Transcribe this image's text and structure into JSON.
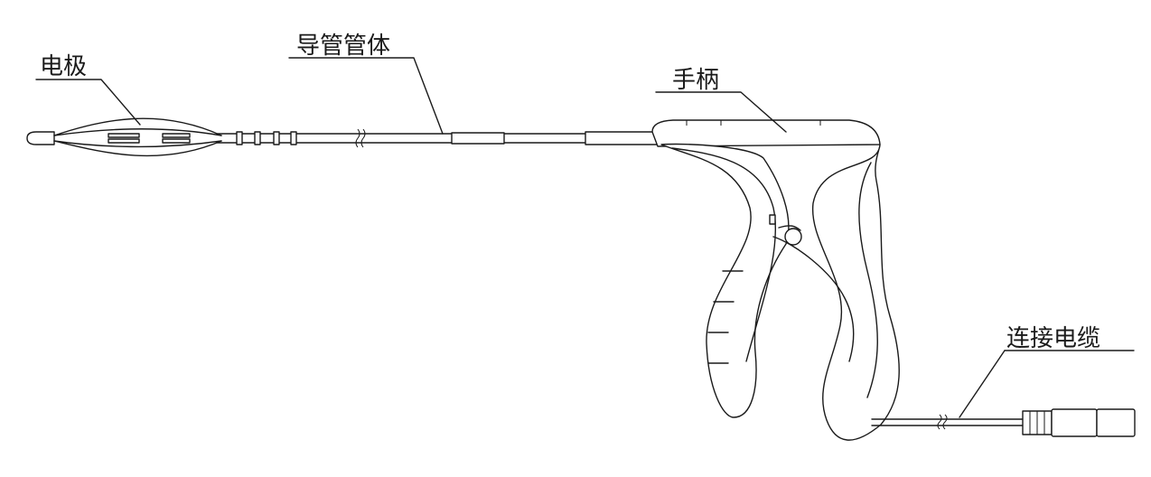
{
  "labels": {
    "electrode": "电极",
    "catheter_body": "导管管体",
    "handle": "手柄",
    "cable": "连接电缆"
  },
  "colors": {
    "line": "#1a1a1a",
    "background": "#ffffff"
  }
}
